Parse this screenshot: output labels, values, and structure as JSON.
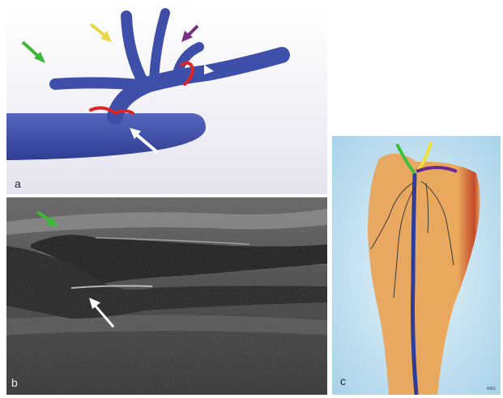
{
  "panels": {
    "a": {
      "label": "a"
    },
    "b": {
      "label": "b"
    },
    "c": {
      "label": "c",
      "credit": "RRG"
    }
  },
  "colors": {
    "vein_render": "#3d4fa8",
    "arrow_green": "#3cb83a",
    "arrow_yellow": "#e9d84a",
    "arrow_purple": "#7a2f82",
    "arrow_white": "#ffffff",
    "ring_red": "#d8262b",
    "line_blue": "#2c3e9a",
    "line_green": "#3fbf3f",
    "line_yellow": "#f0e03c",
    "line_purple": "#6a2a8c",
    "skin": "#e3a25c",
    "background_c": "#cfe7f3"
  },
  "icons": {
    "a": [
      "arrow-green-icon",
      "arrow-yellow-icon",
      "arrow-purple-icon",
      "arrow-white-icon",
      "arrowhead-white-icon"
    ],
    "b": [
      "arrow-green-icon",
      "arrow-white-icon"
    ]
  }
}
